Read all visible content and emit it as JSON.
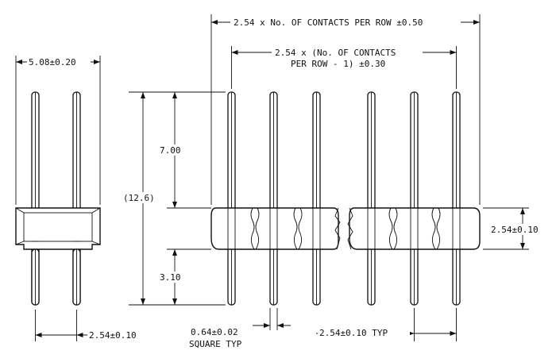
{
  "dimensions": {
    "total_width": "2.54 x No. OF CONTACTS PER ROW ±0.50",
    "pitch_span_line1": "2.54 x (No. OF CONTACTS",
    "pitch_span_line2": "PER ROW - 1) ±0.30",
    "row_spacing": "5.08±0.20",
    "upper_pin_length": "7.00",
    "overall_height": "(12.6)",
    "lower_pin_length": "3.10",
    "body_height": "2.54±0.10",
    "side_pitch": "2.54±0.10",
    "pin_size_line1": "0.64±0.02",
    "pin_size_line2": "SQUARE TYP",
    "front_pitch": "2.54±0.10 TYP"
  },
  "colors": {
    "line": "#111111",
    "background": "#ffffff"
  }
}
